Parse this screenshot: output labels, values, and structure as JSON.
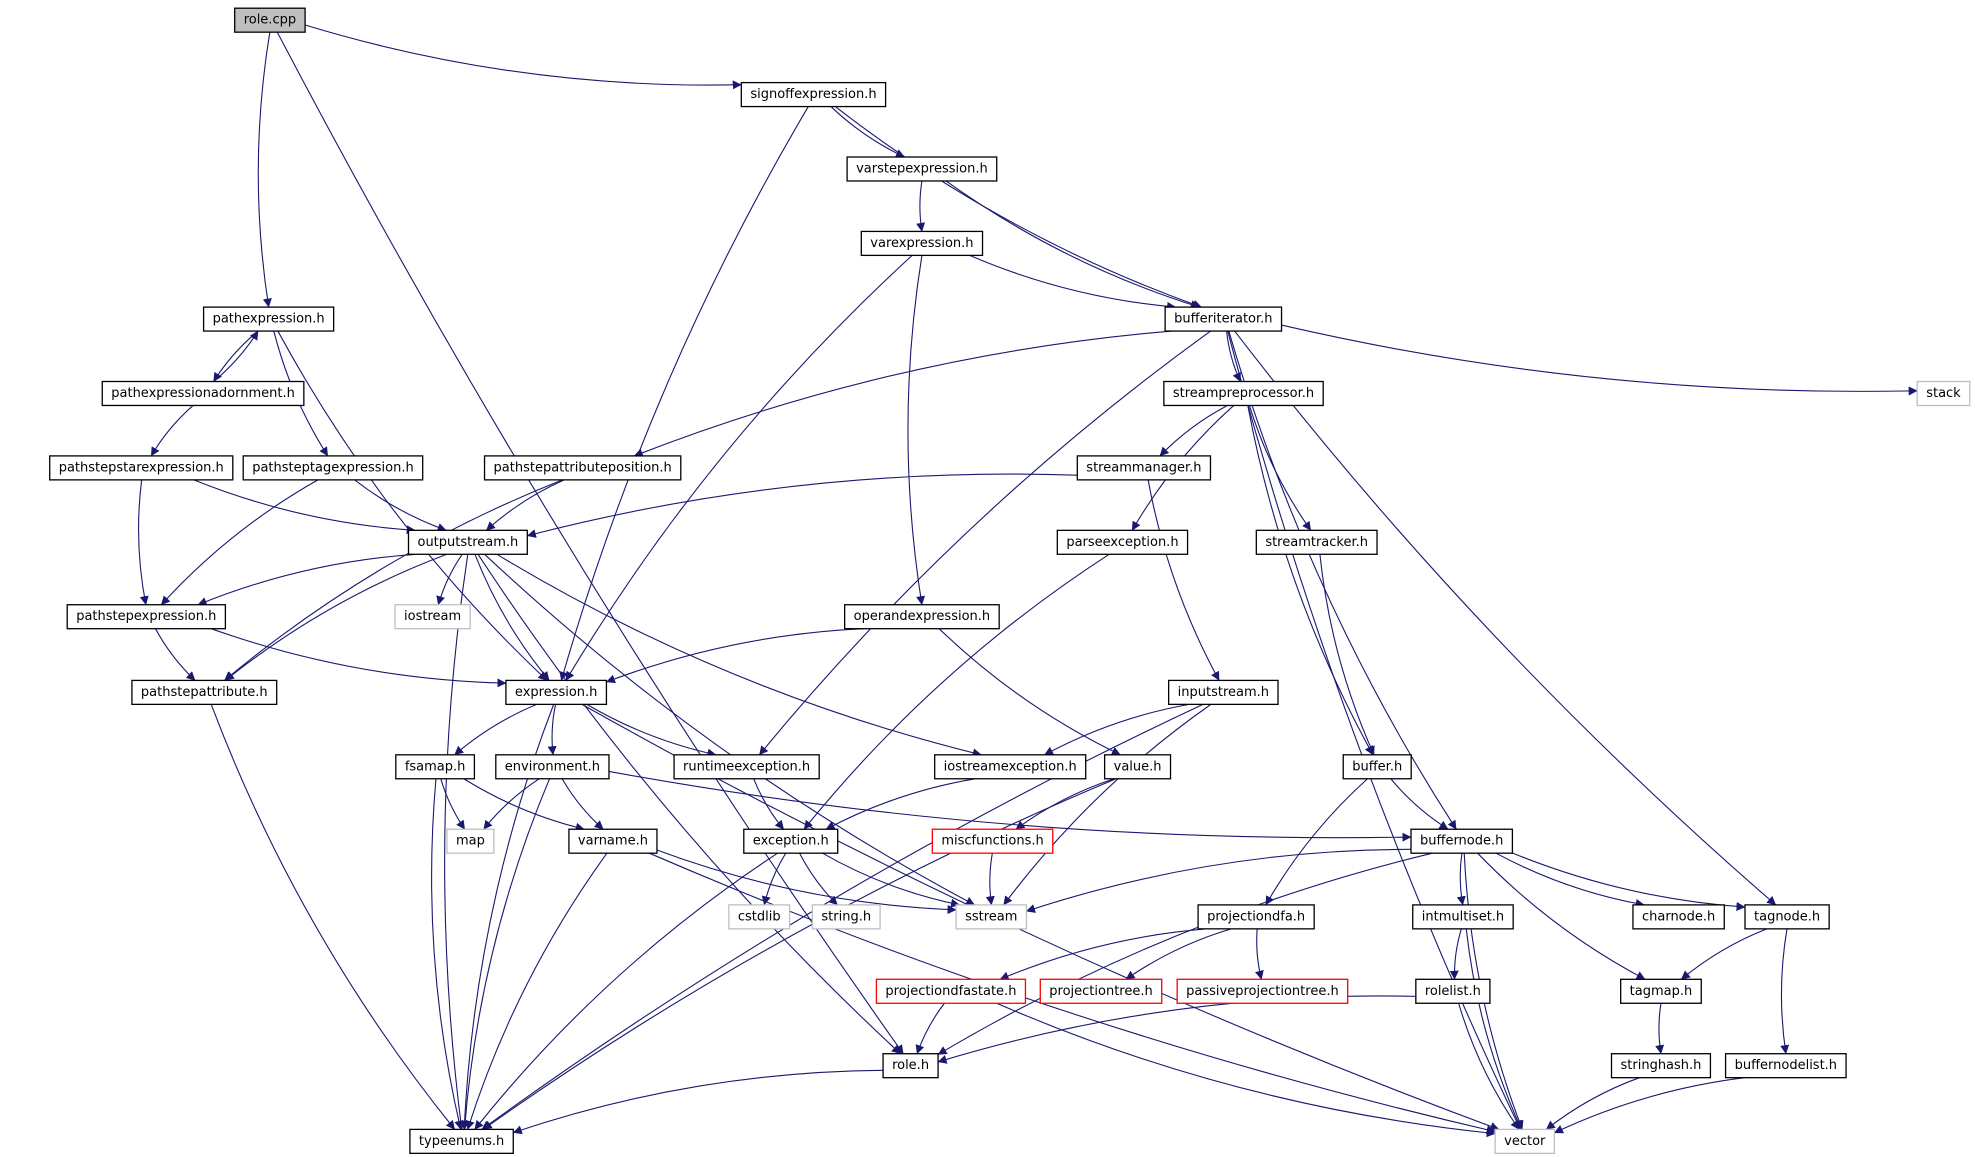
{
  "colors": {
    "edge": "#191970",
    "node_border": "#000000",
    "system_border": "#bfbfbf",
    "truncated_border": "#ff0000",
    "root_fill": "#bfbfbf",
    "node_fill": "#ffffff"
  },
  "nodes": [
    {
      "id": "role_cpp",
      "label": "role.cpp",
      "kind": "root"
    },
    {
      "id": "signoffexpression_h",
      "label": "signoffexpression.h",
      "kind": "normal"
    },
    {
      "id": "varstepexpression_h",
      "label": "varstepexpression.h",
      "kind": "normal"
    },
    {
      "id": "varexpression_h",
      "label": "varexpression.h",
      "kind": "normal"
    },
    {
      "id": "pathexpression_h",
      "label": "pathexpression.h",
      "kind": "normal"
    },
    {
      "id": "bufferiterator_h",
      "label": "bufferiterator.h",
      "kind": "normal"
    },
    {
      "id": "stack",
      "label": "stack",
      "kind": "system"
    },
    {
      "id": "pathexpressionadornment_h",
      "label": "pathexpressionadornment.h",
      "kind": "normal"
    },
    {
      "id": "streampreprocessor_h",
      "label": "streampreprocessor.h",
      "kind": "normal"
    },
    {
      "id": "pathstepstarexpression_h",
      "label": "pathstepstarexpression.h",
      "kind": "normal"
    },
    {
      "id": "pathsteptagexpression_h",
      "label": "pathsteptagexpression.h",
      "kind": "normal"
    },
    {
      "id": "pathstepattributeposition_h",
      "label": "pathstepattributeposition.h",
      "kind": "normal"
    },
    {
      "id": "streammanager_h",
      "label": "streammanager.h",
      "kind": "normal"
    },
    {
      "id": "outputstream_h",
      "label": "outputstream.h",
      "kind": "normal"
    },
    {
      "id": "parseexception_h",
      "label": "parseexception.h",
      "kind": "normal"
    },
    {
      "id": "streamtracker_h",
      "label": "streamtracker.h",
      "kind": "normal"
    },
    {
      "id": "iostream",
      "label": "iostream",
      "kind": "system"
    },
    {
      "id": "pathstepexpression_h",
      "label": "pathstepexpression.h",
      "kind": "normal"
    },
    {
      "id": "operandexpression_h",
      "label": "operandexpression.h",
      "kind": "normal"
    },
    {
      "id": "pathstepattribute_h",
      "label": "pathstepattribute.h",
      "kind": "normal"
    },
    {
      "id": "expression_h",
      "label": "expression.h",
      "kind": "normal"
    },
    {
      "id": "inputstream_h",
      "label": "inputstream.h",
      "kind": "normal"
    },
    {
      "id": "fsamap_h",
      "label": "fsamap.h",
      "kind": "normal"
    },
    {
      "id": "environment_h",
      "label": "environment.h",
      "kind": "normal"
    },
    {
      "id": "runtimeexception_h",
      "label": "runtimeexception.h",
      "kind": "normal"
    },
    {
      "id": "iostreamexception_h",
      "label": "iostreamexception.h",
      "kind": "normal"
    },
    {
      "id": "value_h",
      "label": "value.h",
      "kind": "normal"
    },
    {
      "id": "buffer_h",
      "label": "buffer.h",
      "kind": "normal"
    },
    {
      "id": "map",
      "label": "map",
      "kind": "system"
    },
    {
      "id": "varname_h",
      "label": "varname.h",
      "kind": "normal"
    },
    {
      "id": "exception_h",
      "label": "exception.h",
      "kind": "normal"
    },
    {
      "id": "miscfunctions_h",
      "label": "miscfunctions.h",
      "kind": "truncated"
    },
    {
      "id": "buffernode_h",
      "label": "buffernode.h",
      "kind": "normal"
    },
    {
      "id": "cstdlib",
      "label": "cstdlib",
      "kind": "system"
    },
    {
      "id": "string_h",
      "label": "string.h",
      "kind": "system"
    },
    {
      "id": "sstream",
      "label": "sstream",
      "kind": "system"
    },
    {
      "id": "projectiondfa_h",
      "label": "projectiondfa.h",
      "kind": "normal"
    },
    {
      "id": "intmultiset_h",
      "label": "intmultiset.h",
      "kind": "normal"
    },
    {
      "id": "charnode_h",
      "label": "charnode.h",
      "kind": "normal"
    },
    {
      "id": "tagnode_h",
      "label": "tagnode.h",
      "kind": "normal"
    },
    {
      "id": "projectiondfastate_h",
      "label": "projectiondfastate.h",
      "kind": "truncated"
    },
    {
      "id": "projectiontree_h",
      "label": "projectiontree.h",
      "kind": "truncated"
    },
    {
      "id": "passiveprojectiontree_h",
      "label": "passiveprojectiontree.h",
      "kind": "truncated"
    },
    {
      "id": "rolelist_h",
      "label": "rolelist.h",
      "kind": "normal"
    },
    {
      "id": "tagmap_h",
      "label": "tagmap.h",
      "kind": "normal"
    },
    {
      "id": "role_h",
      "label": "role.h",
      "kind": "normal"
    },
    {
      "id": "stringhash_h",
      "label": "stringhash.h",
      "kind": "normal"
    },
    {
      "id": "buffernodelist_h",
      "label": "buffernodelist.h",
      "kind": "normal"
    },
    {
      "id": "typeenums_h",
      "label": "typeenums.h",
      "kind": "normal"
    },
    {
      "id": "vector",
      "label": "vector",
      "kind": "system"
    }
  ],
  "edges": [
    [
      "role_cpp",
      "signoffexpression_h"
    ],
    [
      "role_cpp",
      "pathexpression_h"
    ],
    [
      "role_cpp",
      "role_h"
    ],
    [
      "signoffexpression_h",
      "varstepexpression_h"
    ],
    [
      "signoffexpression_h",
      "bufferiterator_h"
    ],
    [
      "signoffexpression_h",
      "expression_h"
    ],
    [
      "varstepexpression_h",
      "varexpression_h"
    ],
    [
      "varstepexpression_h",
      "bufferiterator_h"
    ],
    [
      "varexpression_h",
      "bufferiterator_h"
    ],
    [
      "varexpression_h",
      "operandexpression_h"
    ],
    [
      "varexpression_h",
      "expression_h"
    ],
    [
      "pathexpression_h",
      "pathexpressionadornment_h"
    ],
    [
      "pathexpression_h",
      "pathsteptagexpression_h"
    ],
    [
      "pathexpression_h",
      "expression_h"
    ],
    [
      "pathexpressionadornment_h",
      "pathexpression_h"
    ],
    [
      "pathexpressionadornment_h",
      "pathstepstarexpression_h"
    ],
    [
      "bufferiterator_h",
      "stack"
    ],
    [
      "bufferiterator_h",
      "streampreprocessor_h"
    ],
    [
      "bufferiterator_h",
      "pathstepattributeposition_h"
    ],
    [
      "bufferiterator_h",
      "runtimeexception_h"
    ],
    [
      "bufferiterator_h",
      "buffernode_h"
    ],
    [
      "bufferiterator_h",
      "tagnode_h"
    ],
    [
      "bufferiterator_h",
      "vector"
    ],
    [
      "streampreprocessor_h",
      "streammanager_h"
    ],
    [
      "streampreprocessor_h",
      "parseexception_h"
    ],
    [
      "streampreprocessor_h",
      "streamtracker_h"
    ],
    [
      "streampreprocessor_h",
      "buffer_h"
    ],
    [
      "streammanager_h",
      "outputstream_h"
    ],
    [
      "streammanager_h",
      "inputstream_h"
    ],
    [
      "pathstepstarexpression_h",
      "outputstream_h"
    ],
    [
      "pathstepstarexpression_h",
      "pathstepexpression_h"
    ],
    [
      "pathsteptagexpression_h",
      "outputstream_h"
    ],
    [
      "pathsteptagexpression_h",
      "pathstepexpression_h"
    ],
    [
      "pathstepattributeposition_h",
      "outputstream_h"
    ],
    [
      "pathstepattributeposition_h",
      "pathstepattribute_h"
    ],
    [
      "outputstream_h",
      "iostream"
    ],
    [
      "outputstream_h",
      "pathstepexpression_h"
    ],
    [
      "outputstream_h",
      "pathstepattribute_h"
    ],
    [
      "outputstream_h",
      "expression_h"
    ],
    [
      "outputstream_h",
      "iostreamexception_h"
    ],
    [
      "outputstream_h",
      "sstream"
    ],
    [
      "outputstream_h",
      "typeenums_h"
    ],
    [
      "outputstream_h",
      "role_h"
    ],
    [
      "pathstepexpression_h",
      "pathstepattribute_h"
    ],
    [
      "pathstepexpression_h",
      "expression_h"
    ],
    [
      "parseexception_h",
      "exception_h"
    ],
    [
      "streamtracker_h",
      "buffer_h"
    ],
    [
      "operandexpression_h",
      "expression_h"
    ],
    [
      "operandexpression_h",
      "value_h"
    ],
    [
      "pathstepattribute_h",
      "typeenums_h"
    ],
    [
      "expression_h",
      "fsamap_h"
    ],
    [
      "expression_h",
      "environment_h"
    ],
    [
      "expression_h",
      "runtimeexception_h"
    ],
    [
      "expression_h",
      "typeenums_h"
    ],
    [
      "expression_h",
      "vector"
    ],
    [
      "inputstream_h",
      "iostreamexception_h"
    ],
    [
      "inputstream_h",
      "sstream"
    ],
    [
      "inputstream_h",
      "typeenums_h"
    ],
    [
      "fsamap_h",
      "map"
    ],
    [
      "fsamap_h",
      "varname_h"
    ],
    [
      "fsamap_h",
      "typeenums_h"
    ],
    [
      "environment_h",
      "map"
    ],
    [
      "environment_h",
      "varname_h"
    ],
    [
      "environment_h",
      "buffernode_h"
    ],
    [
      "environment_h",
      "typeenums_h"
    ],
    [
      "runtimeexception_h",
      "exception_h"
    ],
    [
      "iostreamexception_h",
      "exception_h"
    ],
    [
      "value_h",
      "miscfunctions_h"
    ],
    [
      "value_h",
      "typeenums_h"
    ],
    [
      "buffer_h",
      "buffernode_h"
    ],
    [
      "buffer_h",
      "projectiondfa_h"
    ],
    [
      "varname_h",
      "sstream"
    ],
    [
      "varname_h",
      "typeenums_h"
    ],
    [
      "varname_h",
      "vector"
    ],
    [
      "exception_h",
      "cstdlib"
    ],
    [
      "exception_h",
      "string_h"
    ],
    [
      "exception_h",
      "sstream"
    ],
    [
      "exception_h",
      "typeenums_h"
    ],
    [
      "miscfunctions_h",
      "sstream"
    ],
    [
      "buffernode_h",
      "sstream"
    ],
    [
      "buffernode_h",
      "intmultiset_h"
    ],
    [
      "buffernode_h",
      "charnode_h"
    ],
    [
      "buffernode_h",
      "tagnode_h"
    ],
    [
      "buffernode_h",
      "tagmap_h"
    ],
    [
      "buffernode_h",
      "role_h"
    ],
    [
      "buffernode_h",
      "vector"
    ],
    [
      "projectiondfa_h",
      "projectiondfastate_h"
    ],
    [
      "projectiondfa_h",
      "projectiontree_h"
    ],
    [
      "projectiondfa_h",
      "passiveprojectiontree_h"
    ],
    [
      "intmultiset_h",
      "rolelist_h"
    ],
    [
      "intmultiset_h",
      "vector"
    ],
    [
      "tagnode_h",
      "tagmap_h"
    ],
    [
      "tagnode_h",
      "buffernodelist_h"
    ],
    [
      "projectiondfastate_h",
      "role_h"
    ],
    [
      "projectiondfastate_h",
      "vector"
    ],
    [
      "rolelist_h",
      "role_h"
    ],
    [
      "rolelist_h",
      "vector"
    ],
    [
      "tagmap_h",
      "stringhash_h"
    ],
    [
      "stringhash_h",
      "vector"
    ],
    [
      "buffernodelist_h",
      "vector"
    ],
    [
      "role_h",
      "typeenums_h"
    ]
  ]
}
